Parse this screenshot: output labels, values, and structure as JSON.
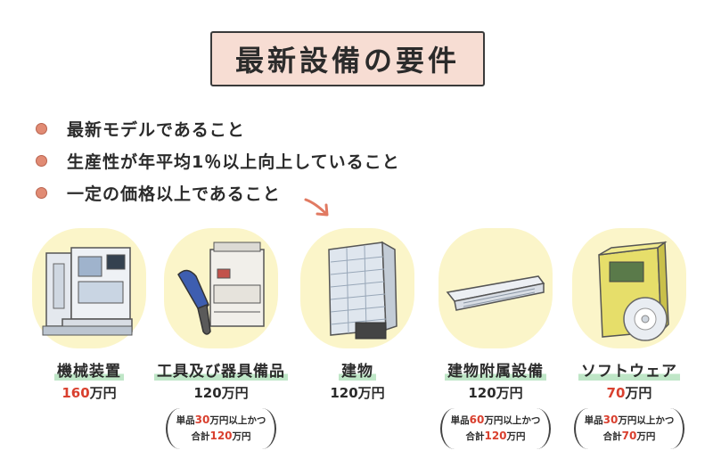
{
  "title": "最新設備の要件",
  "requirements": [
    "最新モデルであること",
    "生産性が年平均1％以上向上していること",
    "一定の価格以上であること"
  ],
  "items": [
    {
      "name": "機械装置",
      "price_value": "160",
      "price_unit": "万円",
      "has_cond": false
    },
    {
      "name": "工具及び器具備品",
      "price_value": "120",
      "price_unit": "万円",
      "has_cond": true,
      "cond_l1_a": "単品",
      "cond_l1_num": "30",
      "cond_l1_b": "万円以上かつ",
      "cond_l2_a": "合計",
      "cond_l2_num": "120",
      "cond_l2_b": "万円"
    },
    {
      "name": "建物",
      "price_value": "120",
      "price_unit": "万円",
      "has_cond": false
    },
    {
      "name": "建物附属設備",
      "price_value": "120",
      "price_unit": "万円",
      "has_cond": true,
      "cond_l1_a": "単品",
      "cond_l1_num": "60",
      "cond_l1_b": "万円以上かつ",
      "cond_l2_a": "合計",
      "cond_l2_num": "120",
      "cond_l2_b": "万円"
    },
    {
      "name": "ソフトウェア",
      "price_value": "70",
      "price_unit": "万円",
      "has_cond": true,
      "cond_l1_a": "単品",
      "cond_l1_num": "30",
      "cond_l1_b": "万円以上かつ",
      "cond_l2_a": "合計",
      "cond_l2_num": "70",
      "cond_l2_b": "万円"
    }
  ],
  "colors": {
    "accent_red": "#d9402f",
    "title_bg": "#f7ddd3",
    "bullet": "#e18b74",
    "highlight": "#bfe6c7",
    "blob": "#fbf5c9"
  }
}
